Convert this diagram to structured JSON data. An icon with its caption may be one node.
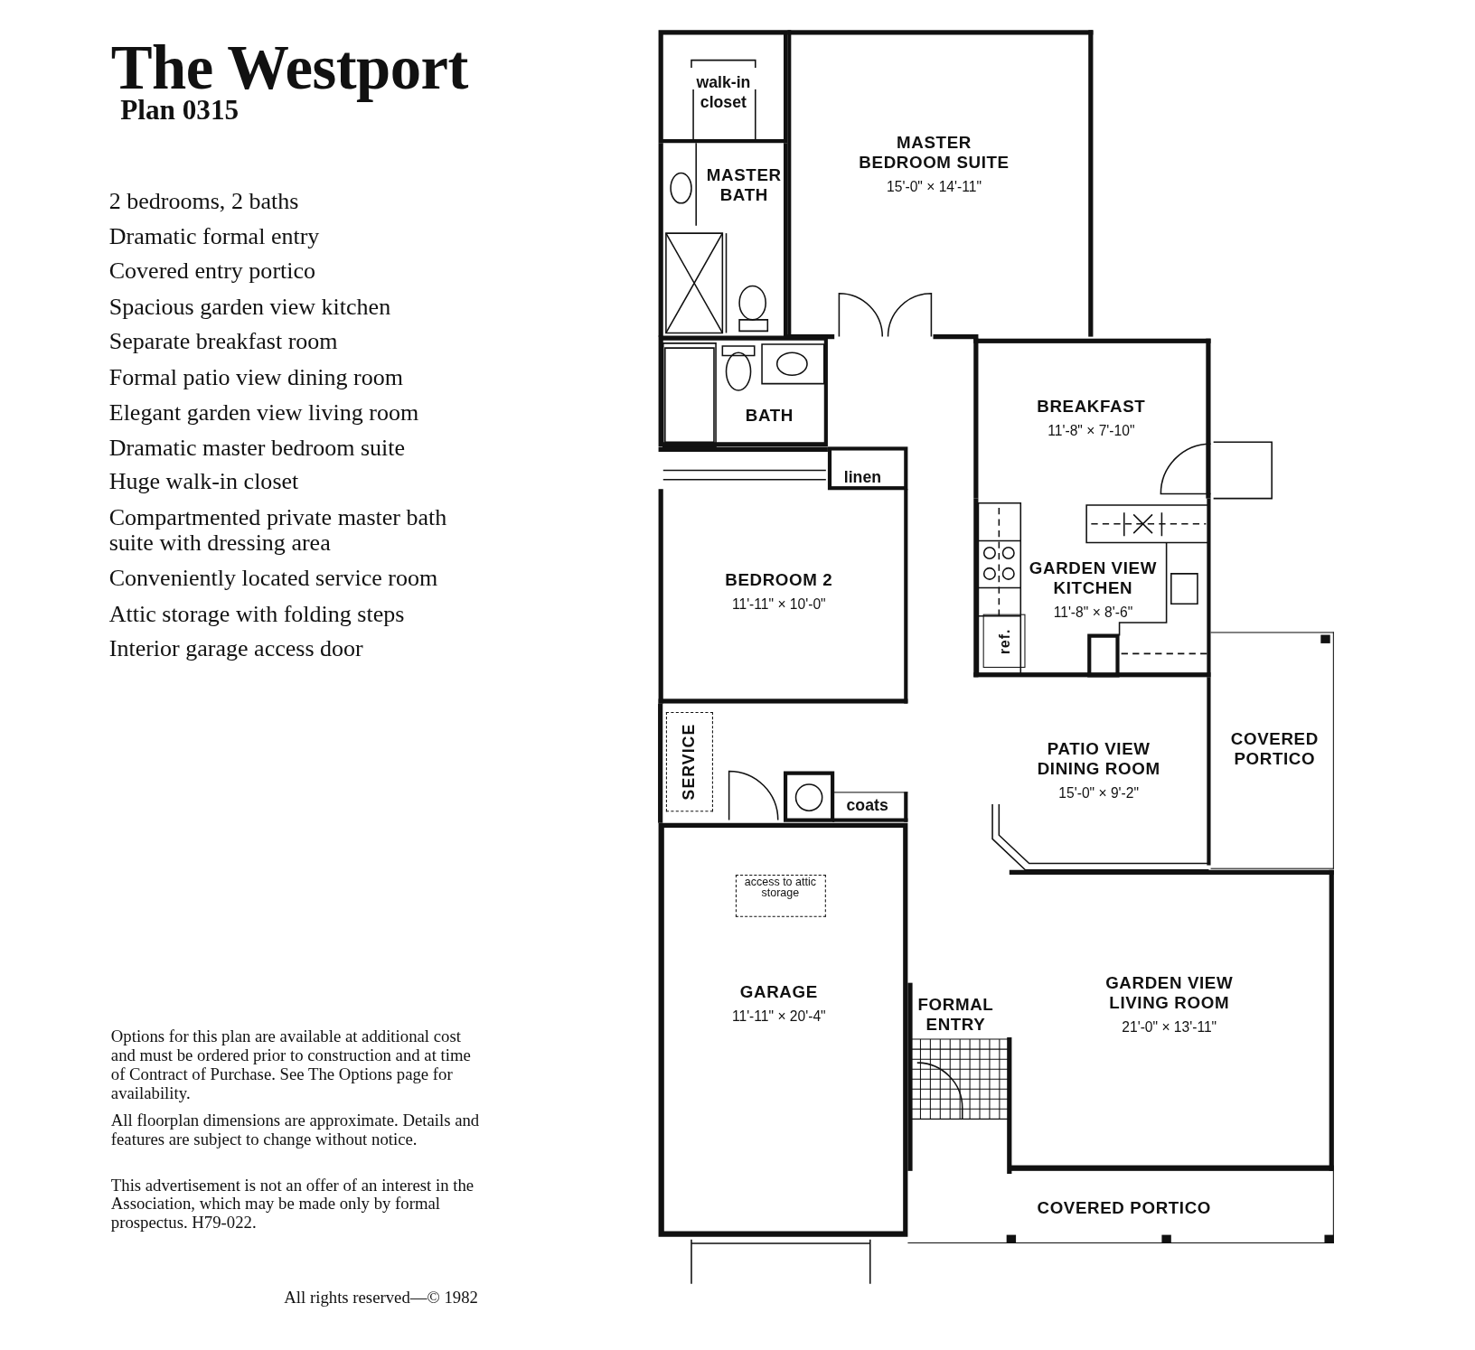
{
  "diagram": {
    "title": "The Westport",
    "nodes": [
      {
        "text": [
          "walk-in closet"
        ]
      },
      {
        "text": [
          "MASTER BATH"
        ]
      },
      {
        "text": [
          "MASTER BEDROOM SUITE",
          "15'-0\" × 14'-11\""
        ]
      },
      {
        "text": [
          "BATH"
        ]
      },
      {
        "text": [
          "linen"
        ]
      },
      {
        "text": [
          "BEDROOM 2",
          "11'-11\" × 10'-0\""
        ]
      },
      {
        "text": [
          "SERVICE"
        ]
      },
      {
        "text": [
          "coats"
        ]
      },
      {
        "text": [
          "GARAGE",
          "11'-11\" × 20'-4\""
        ]
      },
      {
        "text": [
          "access to attic storage"
        ],
        "in": 8
      },
      {
        "text": [
          "BREAKFAST",
          "11'-8\" × 7'-10\""
        ]
      },
      {
        "text": [
          "GARDEN VIEW KITCHEN",
          "11'-8\" × 8'-6\""
        ]
      },
      {
        "text": [
          "ref."
        ],
        "in": 11
      },
      {
        "text": [
          "PATIO VIEW DINING ROOM",
          "15'-0\" × 9'-2\""
        ]
      },
      {
        "text": [
          "COVERED PORTICO"
        ]
      },
      {
        "text": [
          "FORMAL ENTRY"
        ]
      },
      {
        "text": [
          "GARDEN VIEW LIVING ROOM",
          "21'-0\" × 13'-11\""
        ]
      },
      {
        "text": [
          "COVERED PORTICO"
        ]
      }
    ],
    "labels": [
      "Plan 0315",
      "2 bedrooms, 2 baths",
      "Dramatic formal entry",
      "Covered entry portico",
      "Spacious garden view kitchen",
      "Separate breakfast room",
      "Formal patio view dining room",
      "Elegant garden view living room",
      "Dramatic master bedroom suite",
      "Huge walk-in closet",
      "Compartmented private master bath suite with dressing area",
      "Conveniently located service room",
      "Attic storage with folding steps",
      "Interior garage access door",
      "Options for this plan are available at additional cost and must be ordered prior to construction and at time of Contract of Purchase. See The Options page for availability.",
      "All floorplan dimensions are approximate. Details and features are subject to change without notice.",
      "This advertisement is not an offer of an interest in the Association, which may be made only by formal prospectus. H79-022.",
      "All rights reserved—© 1982"
    ]
  }
}
